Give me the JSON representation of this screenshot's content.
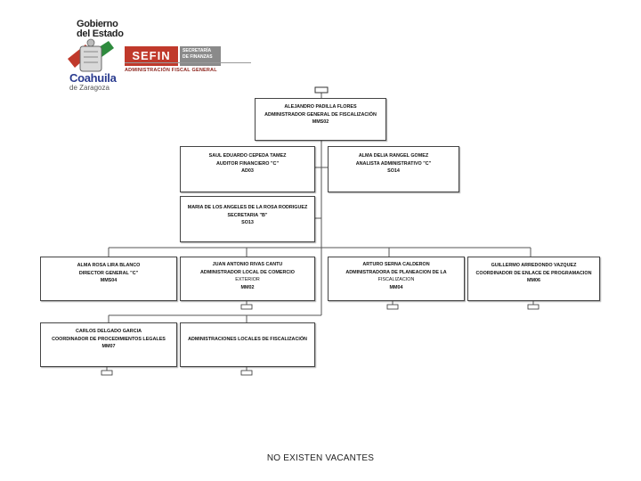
{
  "logo": {
    "gobierno": "Gobierno",
    "del_estado": "del Estado",
    "sefin": "SEFIN",
    "secretaria": "SECRETARÍA DE FINANZAS",
    "administracion": "ADMINISTRACIÓN FISCAL GENERAL",
    "estado": "Coahuila",
    "estado_sub": "de Zaragoza"
  },
  "org": {
    "top": {
      "name": "ALEJANDRO PADILLA FLORES",
      "title": "ADMINISTRADOR GENERAL DE FISCALIZACIÓN",
      "code": "MMS02"
    },
    "auditor": {
      "name": "SAUL EDUARDO CEPEDA TAMEZ",
      "title": "AUDITOR FINANCIERO \"C\"",
      "code": "AD03"
    },
    "analista": {
      "name": "ALMA DELIA RANGEL GOMEZ",
      "title": "ANALISTA ADMINISTRATIVO \"C\"",
      "code": "SO14"
    },
    "secretaria": {
      "name": "MARIA DE LOS ANGELES DE LA ROSA RODRIGUEZ",
      "title": "SECRETARIA \"B\"",
      "code": "SO13"
    },
    "director": {
      "name": "ALMA ROSA LIRA BLANCO",
      "title": "DIRECTOR GENERAL \"C\"",
      "code": "MMS04"
    },
    "comercio": {
      "name": "JUAN ANTONIO RIVAS CANTU",
      "title": "ADMINISTRADOR LOCAL DE COMERCIO",
      "title2": "EXTERIOR",
      "code": "MM02"
    },
    "planeacion": {
      "name": "ARTURO SERNA CALDERON",
      "title": "ADMINISTRADORA DE PLANEACION DE LA",
      "title2": "FISCALIZACION",
      "code": "MM04"
    },
    "enlace": {
      "name": "GUILLERMO ARREDONDO VAZQUEZ",
      "title": "COORDINADOR DE ENLACE DE PROGRAMACION",
      "code": "MM06"
    },
    "legales": {
      "name": "CARLOS DELGADO GARCIA",
      "title": "COORDINADOR DE PROCEDIMIENTOS LEGALES",
      "code": "MM07"
    },
    "locales": {
      "title": "ADMINISTRACIONES LOCALES DE FISCALIZACIÓN"
    }
  },
  "footer": {
    "note": "NO EXISTEN VACANTES"
  }
}
